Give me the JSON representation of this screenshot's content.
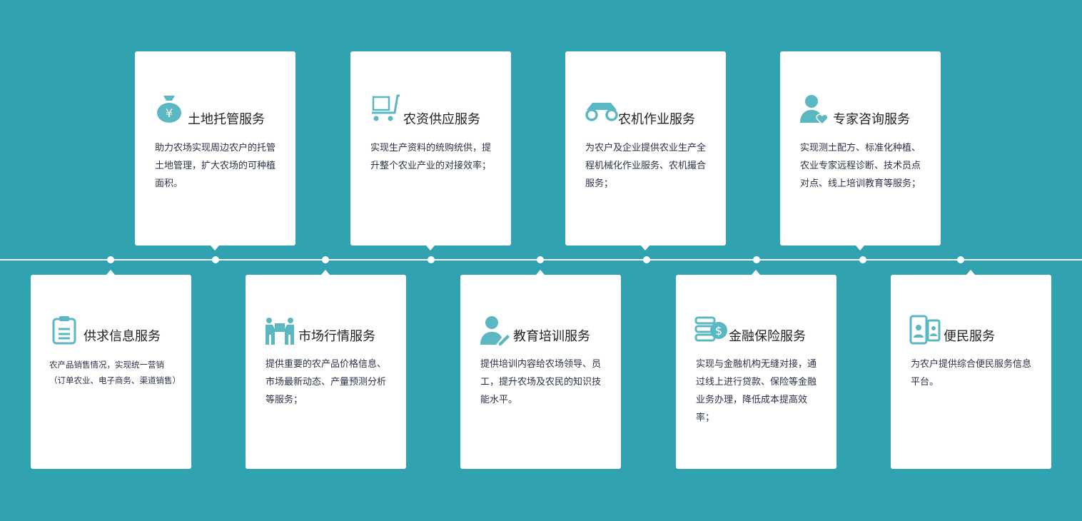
{
  "top_cards": [
    {
      "icon": "money-bag-icon",
      "title": "土地托管服务",
      "desc": "助力农场实现周边农户的托管土地管理，扩大农场的可种植面积。"
    },
    {
      "icon": "cart-icon",
      "title": "农资供应服务",
      "desc": "实现生产资料的统购统供，提升整个农业产业的对接效率；"
    },
    {
      "icon": "tractor-icon",
      "title": "农机作业服务",
      "desc": "为农户及企业提供农业生产全程机械化作业服务、农机撮合服务；"
    },
    {
      "icon": "expert-icon",
      "title": "专家咨询服务",
      "desc": "实现测土配方、标准化种植、农业专家远程诊断、技术员点对点、线上培训教育等服务；"
    }
  ],
  "bottom_cards": [
    {
      "icon": "clipboard-icon",
      "title": "供求信息服务",
      "desc": "农产品销售情况，实现统一营销（订单农业、电子商务、渠道销售）"
    },
    {
      "icon": "market-icon",
      "title": "市场行情服务",
      "desc": "提供重要的农产品价格信息、市场最新动态、产量预测分析等服务；"
    },
    {
      "icon": "education-icon",
      "title": "教育培训服务",
      "desc": "提供培训内容给农场领导、员工，提升农场及农民的知识技能水平。"
    },
    {
      "icon": "finance-icon",
      "title": "金融保险服务",
      "desc": "实现与金融机构无缝对接，通过线上进行贷款、保险等金融业务办理，降低成本提高效率；"
    },
    {
      "icon": "phone-service-icon",
      "title": "便民服务",
      "desc": "为农户提供综合便民服务信息平台。"
    }
  ],
  "colors": {
    "background": "#31a3b0",
    "icon": "#5bb8c2"
  }
}
